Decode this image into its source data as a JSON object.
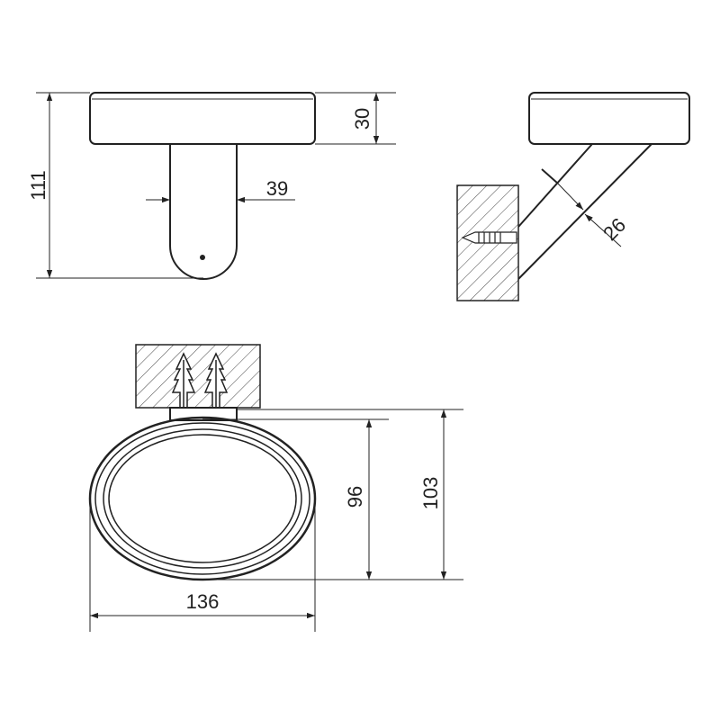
{
  "drawing": {
    "line_color": "#222222",
    "background": "#ffffff",
    "dimensions": {
      "height_total": "111",
      "plate_thickness": "30",
      "stem_width": "39",
      "bracket_thickness": "26",
      "ring_height_inner": "96",
      "ring_height_outer": "103",
      "ring_width": "136"
    }
  }
}
